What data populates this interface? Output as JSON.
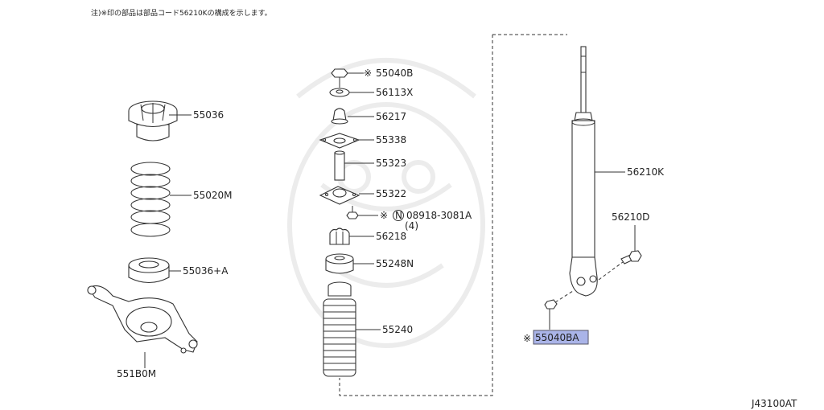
{
  "note": "注)※印の部品は部品コード56210Kの構成を示します。",
  "diagram_code": "J43100AT",
  "mark_symbol": "※",
  "highlight_color": "#aab4e8",
  "parts": {
    "p55036": "55036",
    "p55020M": "55020M",
    "p55036A": "55036+A",
    "p551B0M": "551B0M",
    "p55040B": "55040B",
    "p56113X": "56113X",
    "p56217": "56217",
    "p55338": "55338",
    "p55323": "55323",
    "p55322": "55322",
    "p08918": "08918-3081A",
    "p08918_qty": "(4)",
    "p08918_prefix": "N",
    "p56218": "56218",
    "p55248N": "55248N",
    "p55240": "55240",
    "p56210K": "56210K",
    "p56210D": "56210D",
    "p55040BA": "55040BA"
  }
}
